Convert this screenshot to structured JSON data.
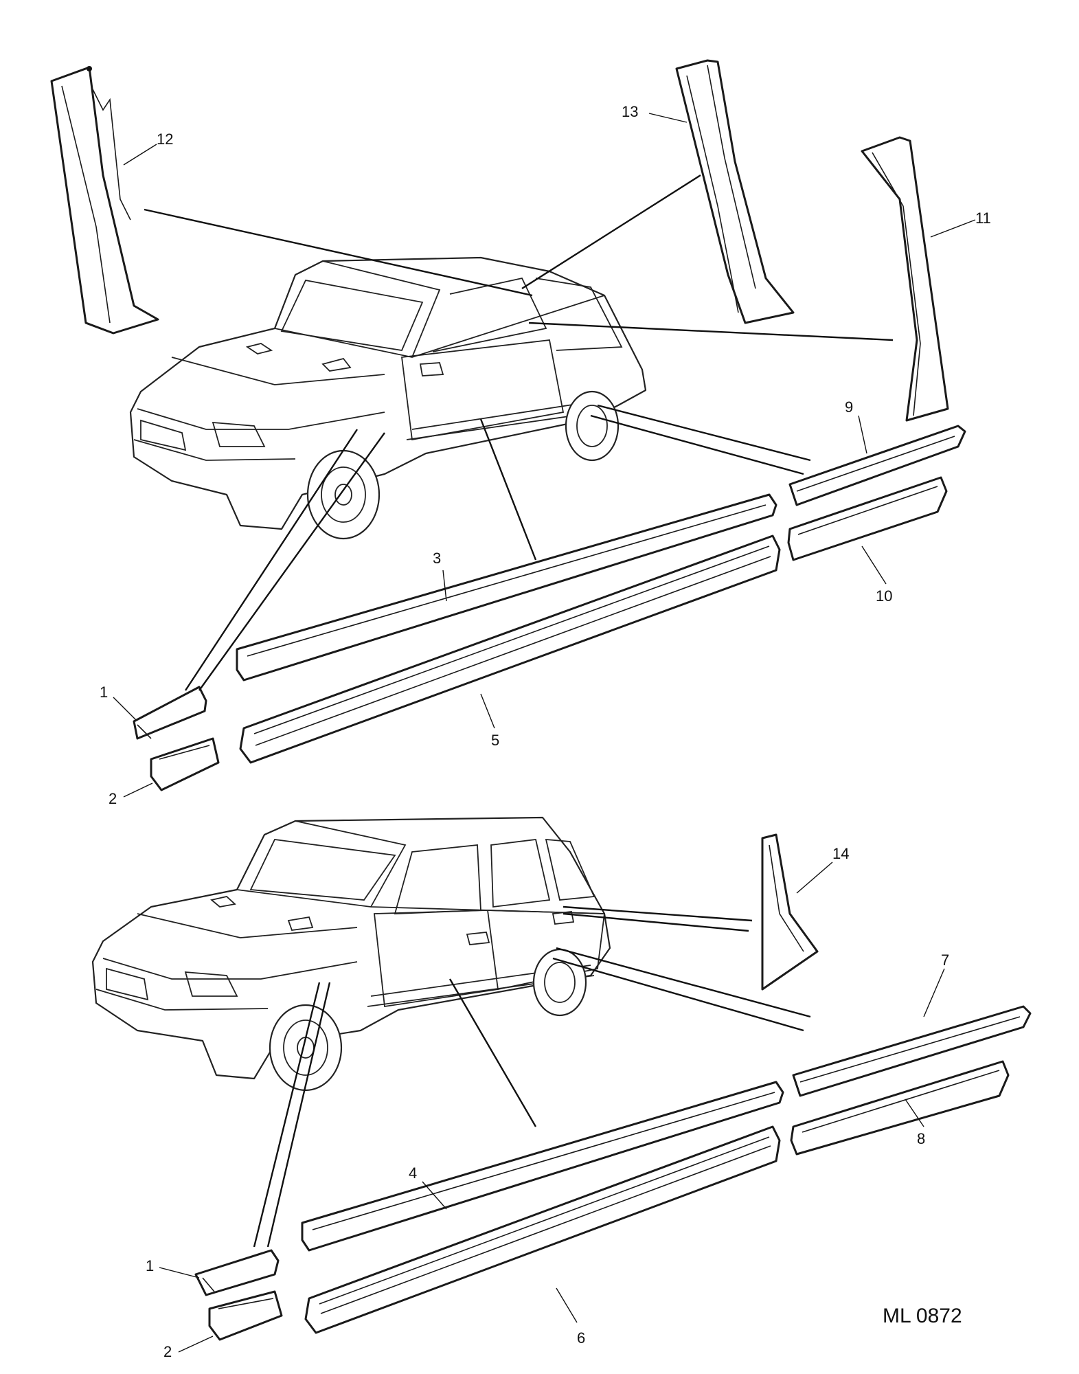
{
  "callouts": {
    "c1a": "1",
    "c2a": "2",
    "c3": "3",
    "c5": "5",
    "c9": "9",
    "c10": "10",
    "c11": "11",
    "c12": "12",
    "c13": "13",
    "c1b": "1",
    "c2b": "2",
    "c4": "4",
    "c6": "6",
    "c7": "7",
    "c8": "8",
    "c14": "14"
  },
  "reference": "ML 0872"
}
